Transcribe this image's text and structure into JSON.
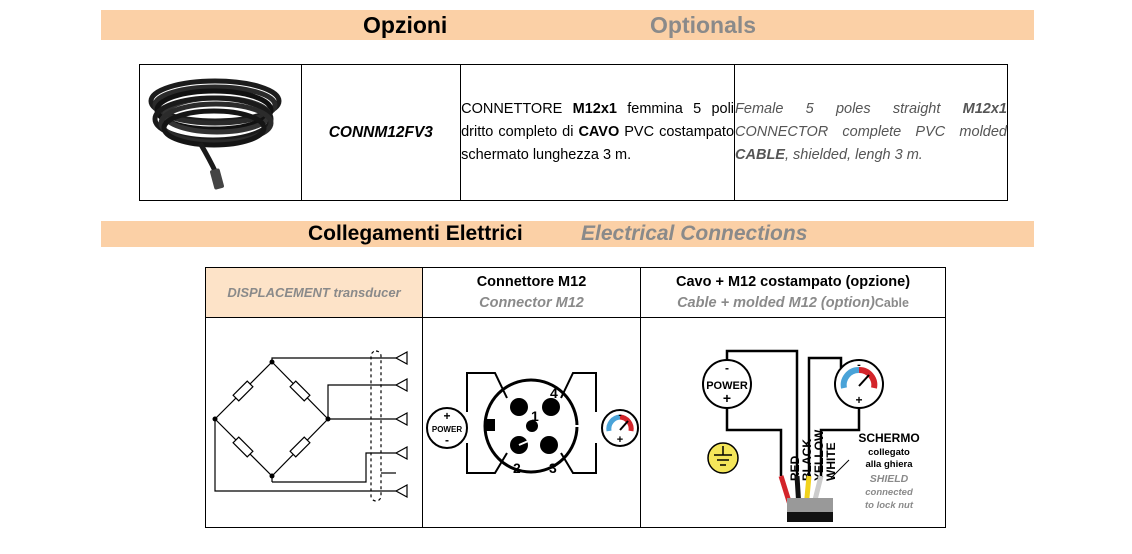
{
  "section1": {
    "title_it": "Opzioni",
    "title_en": "Optionals"
  },
  "option": {
    "code": "CONNM12FV3",
    "desc_it": {
      "p1": "CONNETTORE ",
      "b1": "M12x1",
      "p2": " femmina 5 poli dritto completo di ",
      "b2": "CAVO",
      "p3": " PVC costampato schermato lunghezza 3 m."
    },
    "desc_en": {
      "p1": "Female 5 poles straight ",
      "b1": "M12x1",
      "p2": " CONNECTOR complete PVC molded ",
      "b2": "CABLE",
      "p3": ", shielded, lengh 3 m."
    }
  },
  "section2": {
    "title_it": "Collegamenti Elettrici",
    "title_en": "Electrical Connections"
  },
  "ec_table": {
    "col1": "DISPLACEMENT transducer",
    "col2_it": "Connettore M12",
    "col2_en": "Connector M12",
    "col3_it": "Cavo + M12 costampato (opzione)",
    "col3_en": "Cable + molded M12 (option)",
    "col3_extra": "Cable"
  },
  "connector": {
    "power": "POWER",
    "plus": "+",
    "minus": "-",
    "pins": [
      "1",
      "4",
      "2",
      "3"
    ]
  },
  "cable": {
    "power": "POWER",
    "wires": [
      "RED",
      "BLACK",
      "YELLOW",
      "WHITE"
    ],
    "shield_it": [
      "SCHERMO",
      "collegato",
      "alla ghiera"
    ],
    "shield_en": [
      "SHIELD",
      "connected",
      "to lock nut"
    ]
  }
}
